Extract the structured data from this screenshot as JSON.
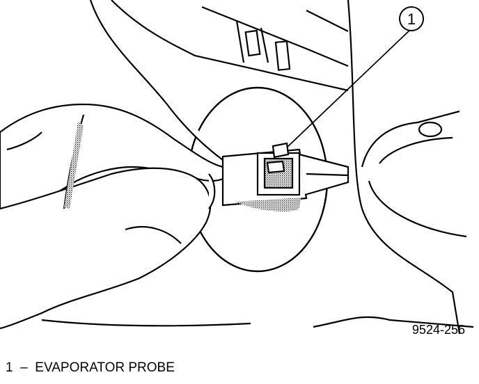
{
  "figure": {
    "callout_number": "1",
    "figure_id": "9524-256"
  },
  "legend": [
    {
      "number": "1",
      "separator": "–",
      "text": "EVAPORATOR PROBE"
    }
  ]
}
